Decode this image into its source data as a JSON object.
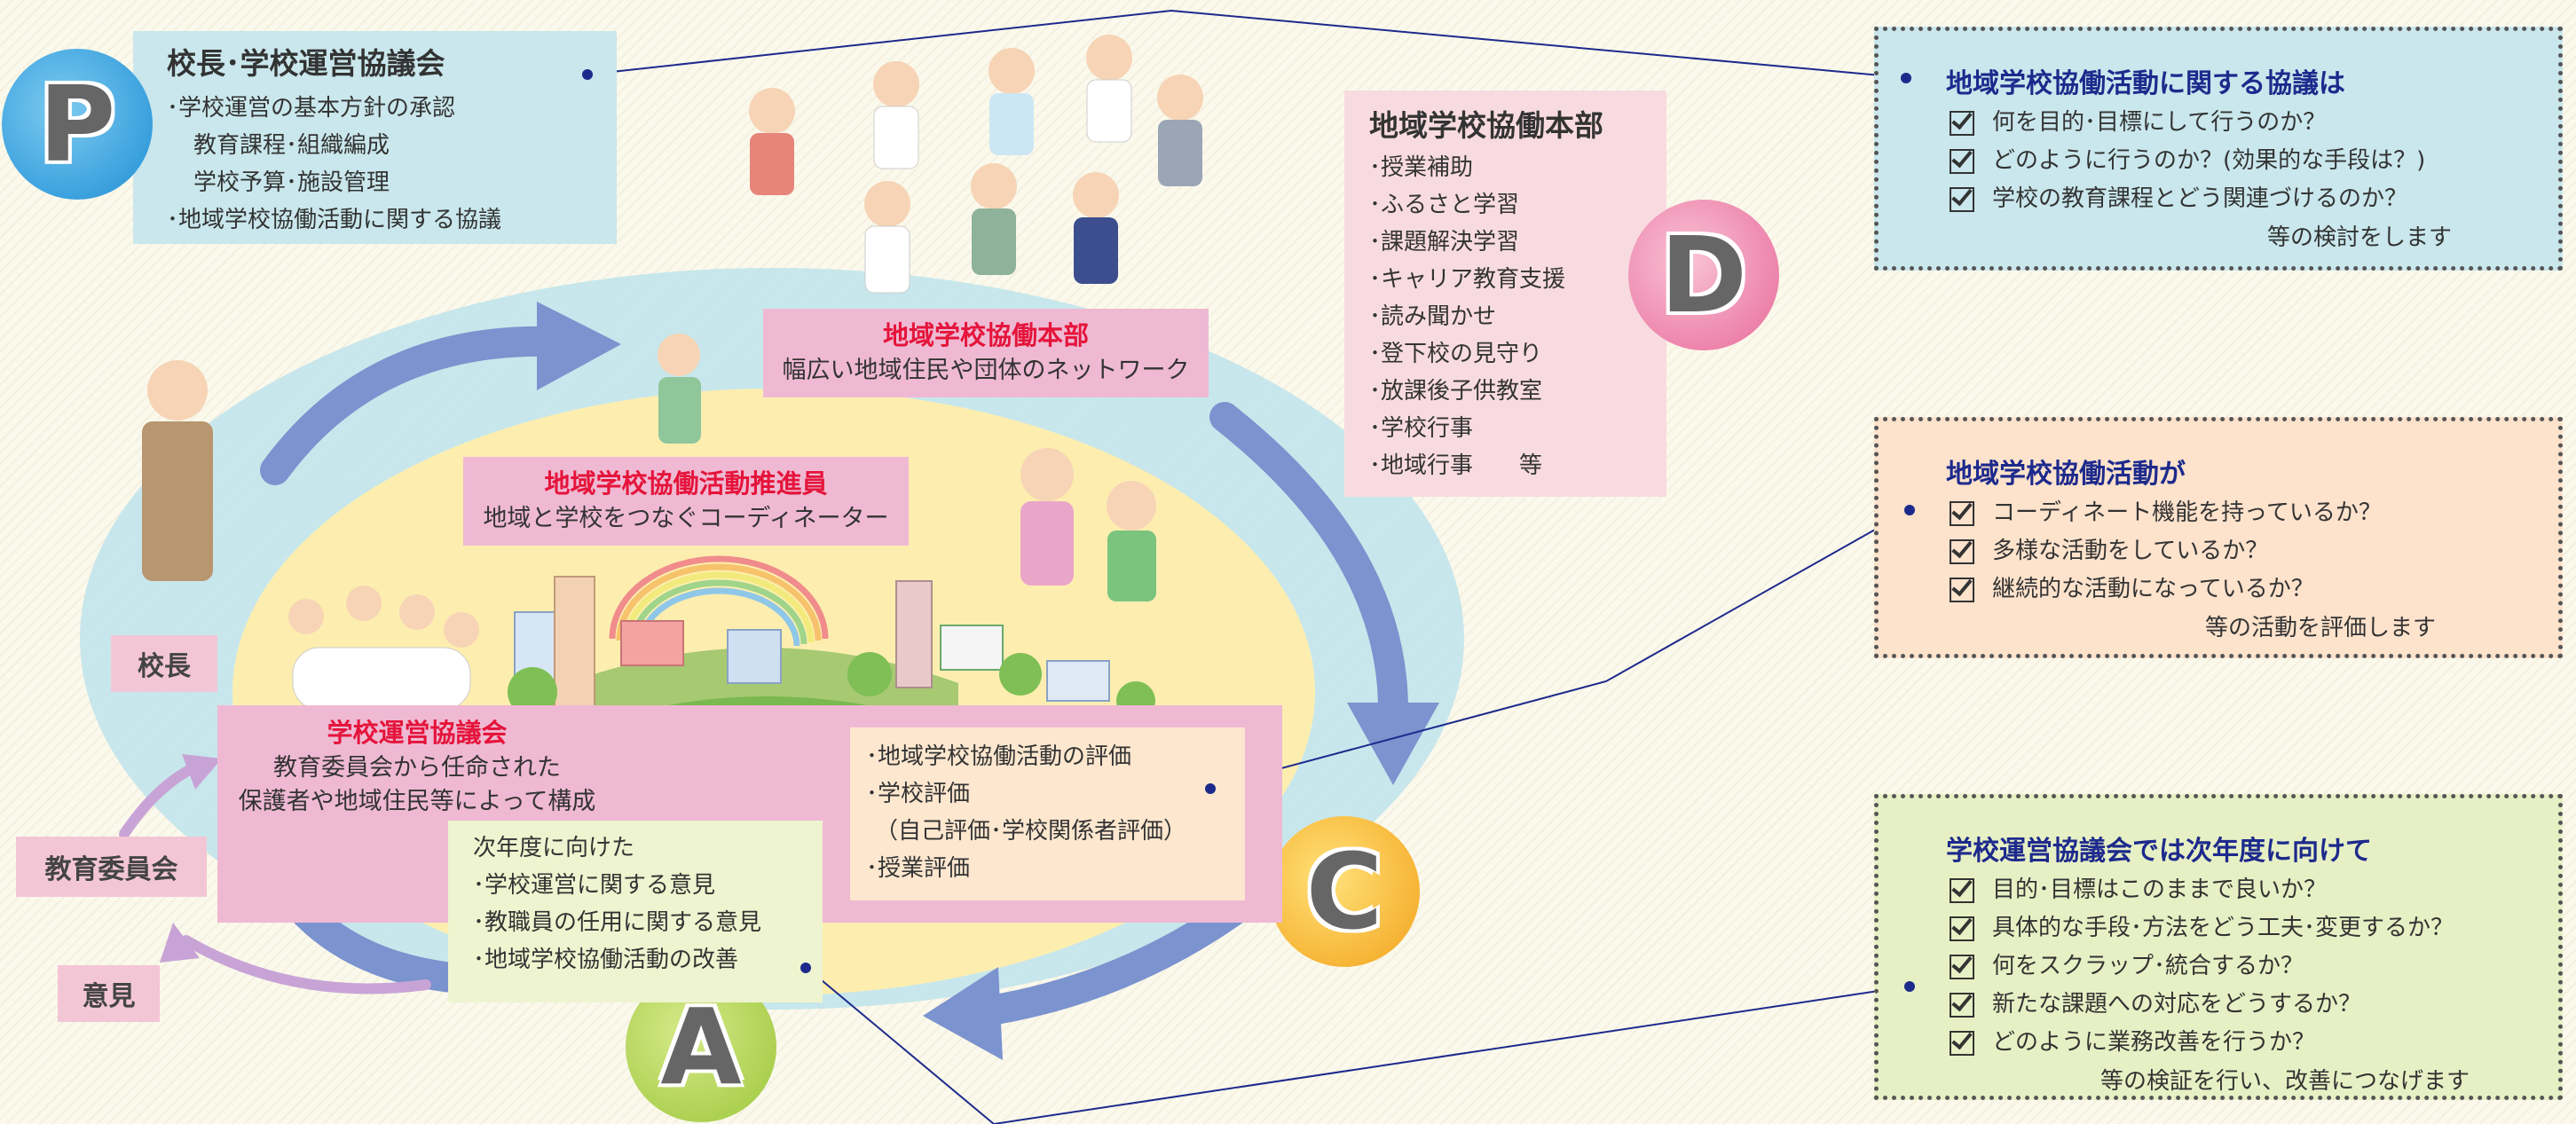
{
  "p_box": {
    "title": "校長･学校運営協議会",
    "lines": [
      "･学校運営の基本方針の承認",
      "教育課程･組織編成",
      "学校予算･施設管理",
      "･地域学校協働活動に関する協議"
    ]
  },
  "hq_box": {
    "title": "地域学校協働本部",
    "items": [
      "･授業補助",
      "･ふるさと学習",
      "･課題解決学習",
      "･キャリア教育支援",
      "･読み聞かせ",
      "･登下校の見守り",
      "･放課後子供教室",
      "･学校行事",
      "･地域行事　　等"
    ]
  },
  "letters": {
    "p": "P",
    "d": "D",
    "c": "C",
    "a": "A"
  },
  "hq_label": {
    "title": "地域学校協働本部",
    "sub": "幅広い地域住民や団体のネットワーク"
  },
  "promoter_label": {
    "title": "地域学校協働活動推進員",
    "sub": "地域と学校をつなぐコーディネーター"
  },
  "council_label": {
    "title": "学校運営協議会",
    "sub1": "教育委員会から任命された",
    "sub2": "保護者や地域住民等によって構成"
  },
  "eval_box": {
    "lines": [
      "･地域学校協働活動の評価",
      "･学校評価",
      "（自己評価･学校関係者評価）",
      "･授業評価"
    ]
  },
  "next_box": {
    "lines": [
      "次年度に向けた",
      "･学校運営に関する意見",
      "･教職員の任用に関する意見",
      "･地域学校協働活動の改善"
    ]
  },
  "labels": {
    "principal": "校長",
    "board": "教育委員会",
    "opinion": "意見"
  },
  "right_box1": {
    "head": "地域学校協働活動に関する協議は",
    "items": [
      "何を目的･目標にして行うのか？",
      "どのように行うのか？(効果的な手段は？)",
      "学校の教育課程とどう関連づけるのか？"
    ],
    "tail": "等の検討をします"
  },
  "right_box2": {
    "head": "地域学校協働活動が",
    "items": [
      "コーディネート機能を持っているか？",
      "多様な活動をしているか？",
      "継続的な活動になっているか？"
    ],
    "tail": "等の活動を評価します"
  },
  "right_box3": {
    "head": "学校運営協議会では次年度に向けて",
    "items": [
      "目的･目標はこのままで良いか？",
      "具体的な手段･方法をどう工夫･変更するか？",
      "何をスクラップ･統合するか？",
      "新たな課題への対応をどうするか？",
      "どのように業務改善を行うか？"
    ],
    "tail": "等の検証を行い、改善につなげます"
  },
  "colors": {
    "p_bg": "#c9e7ec",
    "hq_bg": "#f8dbe0",
    "pink_label": "#efb9d3",
    "eval_bg": "#fde7cf",
    "next_bg": "#eef4cf",
    "box1_bg": "#c9e7ec",
    "box2_bg": "#fde2cc",
    "box3_bg": "#e7f0c4",
    "arrow": "#7b93cf",
    "navy": "#1d2a8c",
    "red": "#e5143b"
  }
}
